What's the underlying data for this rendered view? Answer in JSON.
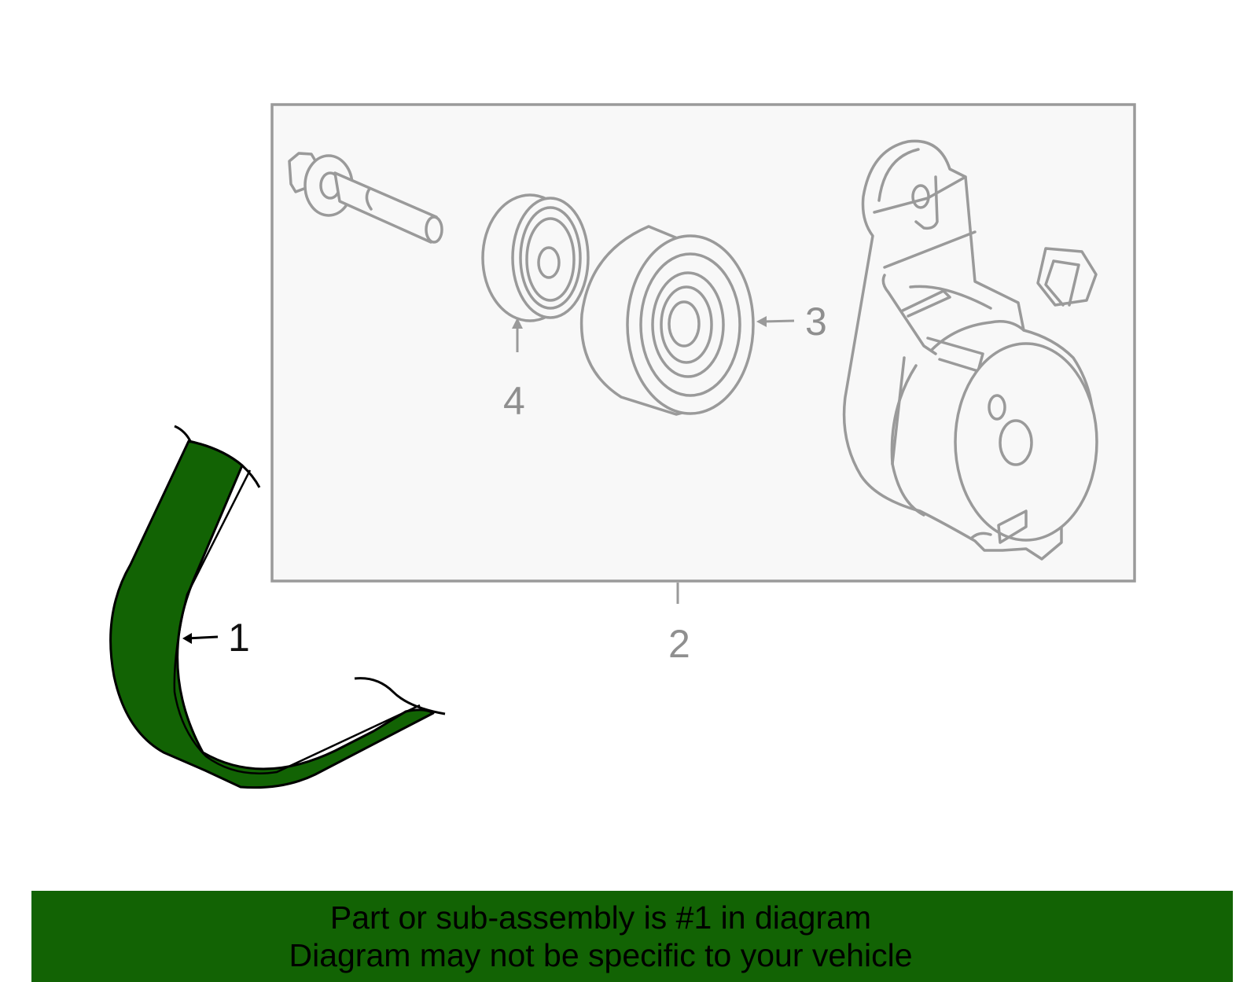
{
  "diagram": {
    "callouts": {
      "belt": "1",
      "tensioner_assembly": "2",
      "idler_pulley": "3",
      "pulley_small": "4"
    }
  },
  "banner": {
    "line1": "Part or sub-assembly is #1 in diagram",
    "line2": "Diagram may not be specific to your vehicle"
  },
  "colors": {
    "highlight": "#126304",
    "outline": "#9a9a9a",
    "box_fill": "#f8f8f8"
  }
}
